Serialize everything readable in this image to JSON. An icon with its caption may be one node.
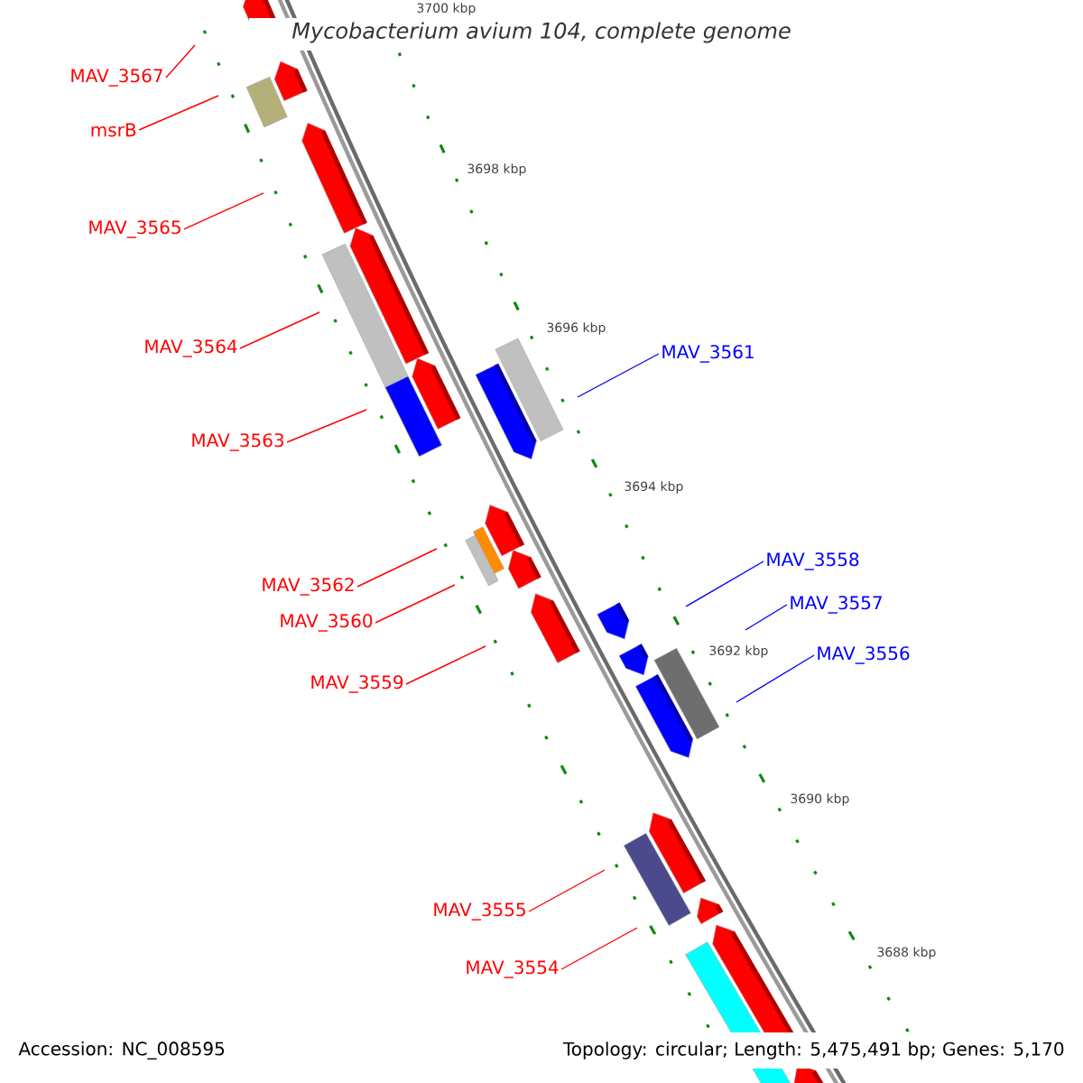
{
  "diagram": {
    "title": "Mycobacterium avium 104, complete genome",
    "nodes": [
      {
        "text": [
          "MAV_3567"
        ]
      },
      {
        "text": [
          "msrB"
        ]
      },
      {
        "text": [
          "MAV_3565"
        ]
      },
      {
        "text": [
          "MAV_3564"
        ]
      },
      {
        "text": [
          "MAV_3563"
        ]
      },
      {
        "text": [
          "MAV_3561"
        ]
      },
      {
        "text": [
          "MAV_3562"
        ]
      },
      {
        "text": [
          "MAV_3560"
        ]
      },
      {
        "text": [
          "MAV_3559"
        ]
      },
      {
        "text": [
          "MAV_3558"
        ]
      },
      {
        "text": [
          "MAV_3557"
        ]
      },
      {
        "text": [
          "MAV_3556"
        ]
      },
      {
        "text": [
          "MAV_3555"
        ]
      },
      {
        "text": [
          "MAV_3554"
        ]
      }
    ],
    "edges": [
      {
        "from": 0,
        "to": null,
        "arrow": "none"
      },
      {
        "from": 1,
        "to": null,
        "arrow": "none"
      },
      {
        "from": 2,
        "to": null,
        "arrow": "none"
      },
      {
        "from": 3,
        "to": null,
        "arrow": "none"
      },
      {
        "from": 4,
        "to": null,
        "arrow": "none"
      },
      {
        "from": 5,
        "to": null,
        "arrow": "none",
        "color": "#0000ff"
      },
      {
        "from": 6,
        "to": null,
        "arrow": "none"
      },
      {
        "from": 7,
        "to": null,
        "arrow": "none"
      },
      {
        "from": 8,
        "to": null,
        "arrow": "none"
      },
      {
        "from": 9,
        "to": null,
        "arrow": "none",
        "color": "#0000ff"
      },
      {
        "from": 10,
        "to": null,
        "arrow": "none",
        "color": "#0000ff"
      },
      {
        "from": 11,
        "to": null,
        "arrow": "none",
        "color": "#0000ff"
      },
      {
        "from": 12,
        "to": null,
        "arrow": "none"
      },
      {
        "from": 13,
        "to": null,
        "arrow": "none"
      }
    ],
    "labels": [
      "3700 kbp",
      "3698 kbp",
      "3696 kbp",
      "3694 kbp",
      "3692 kbp",
      "3690 kbp",
      "3688 kbp",
      "Accession: NC_008595",
      "Topology: circular; Length: 5,475,491 bp; Genes: 5,170"
    ]
  }
}
